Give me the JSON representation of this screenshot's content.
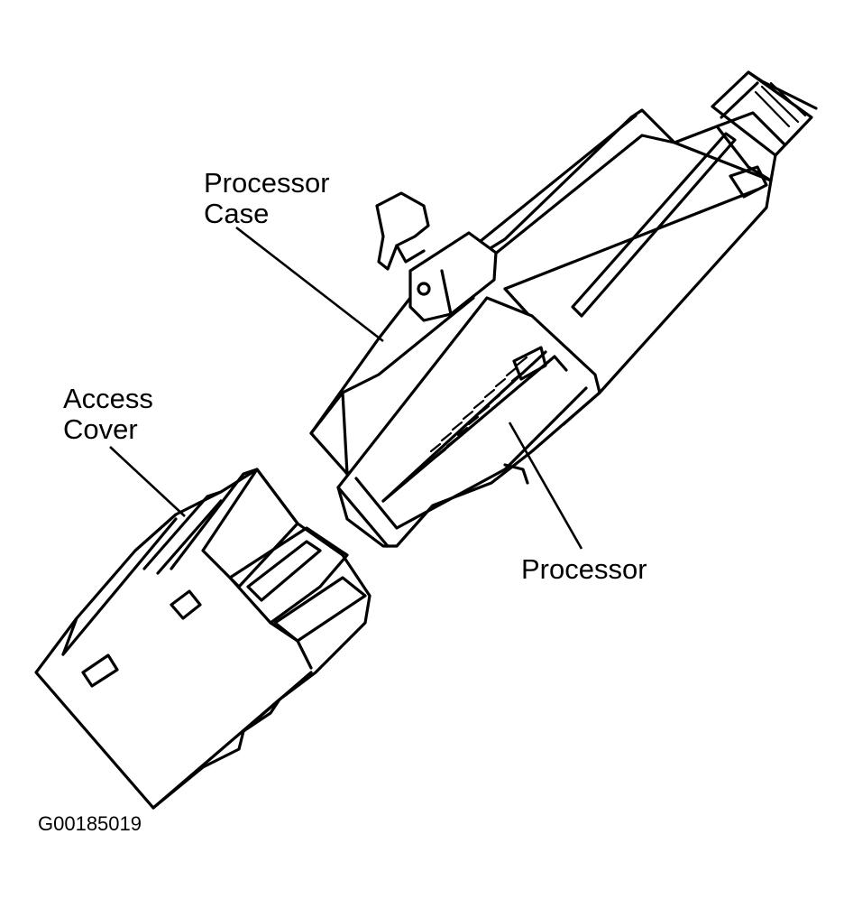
{
  "labels": {
    "processor_case_line1": "Processor",
    "processor_case_line2": "Case",
    "access_cover_line1": "Access",
    "access_cover_line2": "Cover",
    "processor": "Processor"
  },
  "figure_code": "G00185019"
}
